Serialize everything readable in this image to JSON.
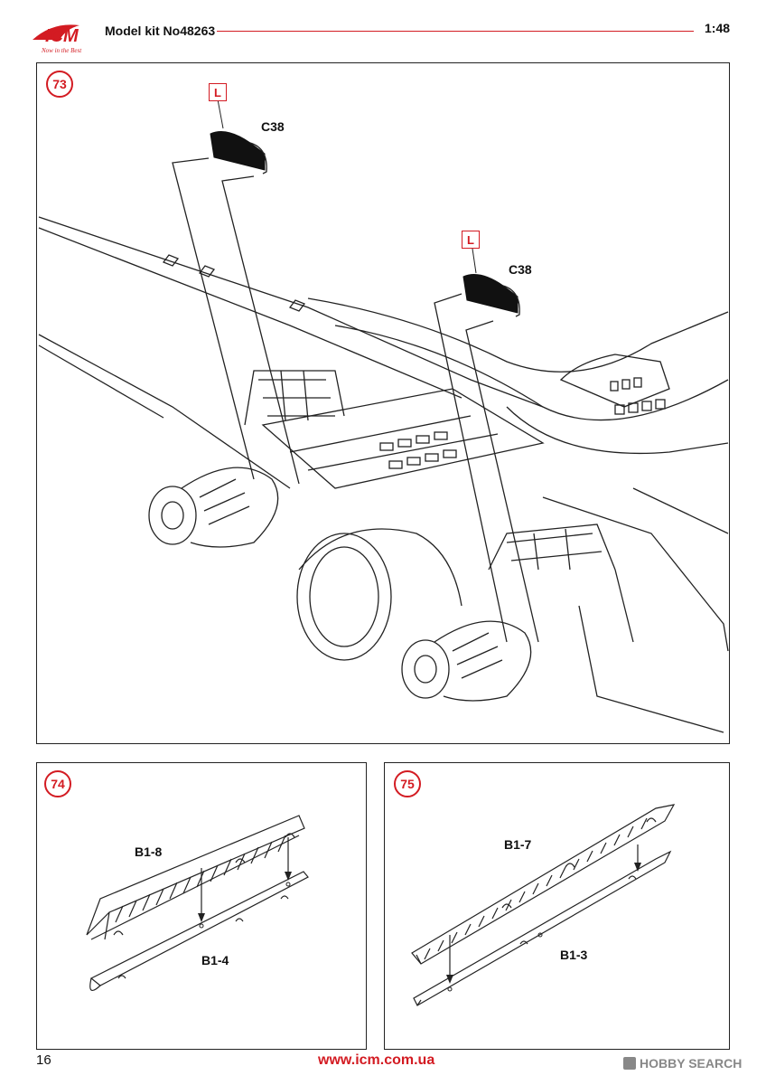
{
  "header": {
    "brand": "ICM",
    "tagline": "Now in the Best",
    "kit_label": "Model kit No48263",
    "scale": "1:48"
  },
  "steps": [
    {
      "number": "73",
      "parts": [
        "C38",
        "C38"
      ],
      "tag": "L"
    },
    {
      "number": "74",
      "parts": [
        "B1-8",
        "B1-4"
      ]
    },
    {
      "number": "75",
      "parts": [
        "B1-7",
        "B1-3"
      ]
    }
  ],
  "footer": {
    "page_number": "16",
    "website": "www.icm.com.ua",
    "watermark": "HOBBY SEARCH"
  },
  "colors": {
    "accent": "#d31b22",
    "line": "#222222"
  }
}
